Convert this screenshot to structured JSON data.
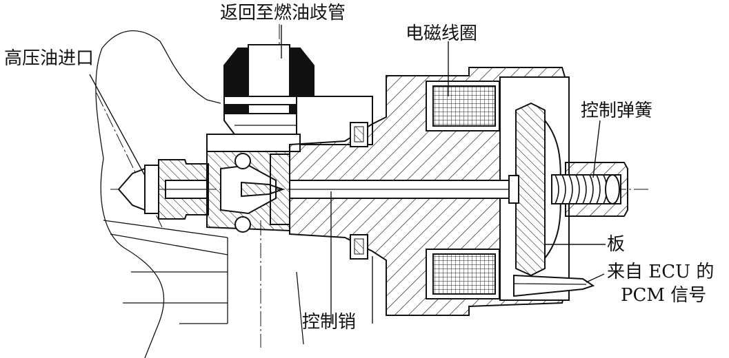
{
  "labels": {
    "return": "返回至燃油歧管",
    "inlet": "高压油进口",
    "coil": "电磁线圈",
    "spring": "控制弹簧",
    "plate": "板",
    "ecu_line1": "来自 ECU 的",
    "ecu_line2": "PCM 信号",
    "pin": "控制销"
  },
  "colors": {
    "line": "#111111",
    "fill": "#ffffff",
    "hatch": "#111111",
    "black": "#111111"
  }
}
